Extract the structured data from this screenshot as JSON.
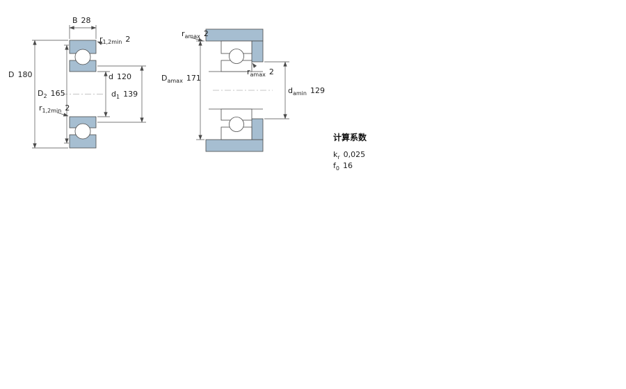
{
  "views": {
    "section": {
      "dims": {
        "B": {
          "base": "B",
          "sub": "",
          "value": "28"
        },
        "r12_top": {
          "base": "r",
          "sub": "1,2min",
          "value": "2"
        },
        "D": {
          "base": "D",
          "sub": "",
          "value": "180"
        },
        "d": {
          "base": "d",
          "sub": "",
          "value": "120"
        },
        "D2": {
          "base": "D",
          "sub": "2",
          "value": "165"
        },
        "d1": {
          "base": "d",
          "sub": "1",
          "value": "139"
        },
        "r12_bottom": {
          "base": "r",
          "sub": "1,2min",
          "value": "2"
        }
      }
    },
    "abutment": {
      "dims": {
        "ra_top": {
          "base": "r",
          "sub": "amax",
          "value": "2"
        },
        "Damax": {
          "base": "D",
          "sub": "amax",
          "value": "171"
        },
        "ra_mid": {
          "base": "r",
          "sub": "amax",
          "value": "2"
        },
        "damin": {
          "base": "d",
          "sub": "amin",
          "value": "129"
        }
      }
    }
  },
  "factors": {
    "heading": "计算系数",
    "rows": [
      {
        "base": "k",
        "sub": "r",
        "value": "0,025"
      },
      {
        "base": "f",
        "sub": "0",
        "value": "16"
      }
    ]
  },
  "colors": {
    "fill": "#a6bed1",
    "stroke": "#4a4a4a"
  }
}
